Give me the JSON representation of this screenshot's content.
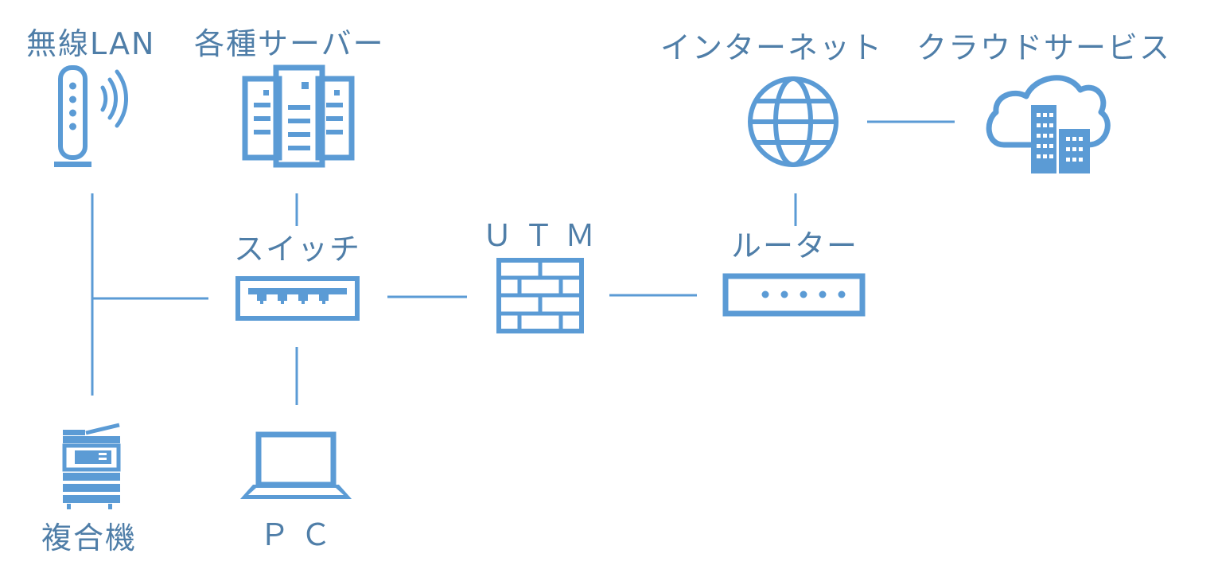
{
  "colors": {
    "icon": "#5b9bd5",
    "line": "#5b9bd5",
    "label": "#4f7ea8",
    "background": "#ffffff"
  },
  "nodes": {
    "wireless_lan": {
      "label": "無線LAN",
      "icon": "wifi-router-icon"
    },
    "servers": {
      "label": "各種サーバー",
      "icon": "server-rack-icon"
    },
    "internet": {
      "label": "インターネット",
      "icon": "globe-icon"
    },
    "cloud_services": {
      "label": "クラウドサービス",
      "icon": "cloud-building-icon"
    },
    "switch": {
      "label": "スイッチ",
      "icon": "network-switch-icon"
    },
    "utm": {
      "label": "ＵＴＭ",
      "icon": "firewall-brick-icon"
    },
    "router": {
      "label": "ルーター",
      "icon": "router-icon"
    },
    "mfp": {
      "label": "複合機",
      "icon": "multifunction-printer-icon"
    },
    "pc": {
      "label": "ＰＣ",
      "icon": "laptop-icon"
    }
  }
}
